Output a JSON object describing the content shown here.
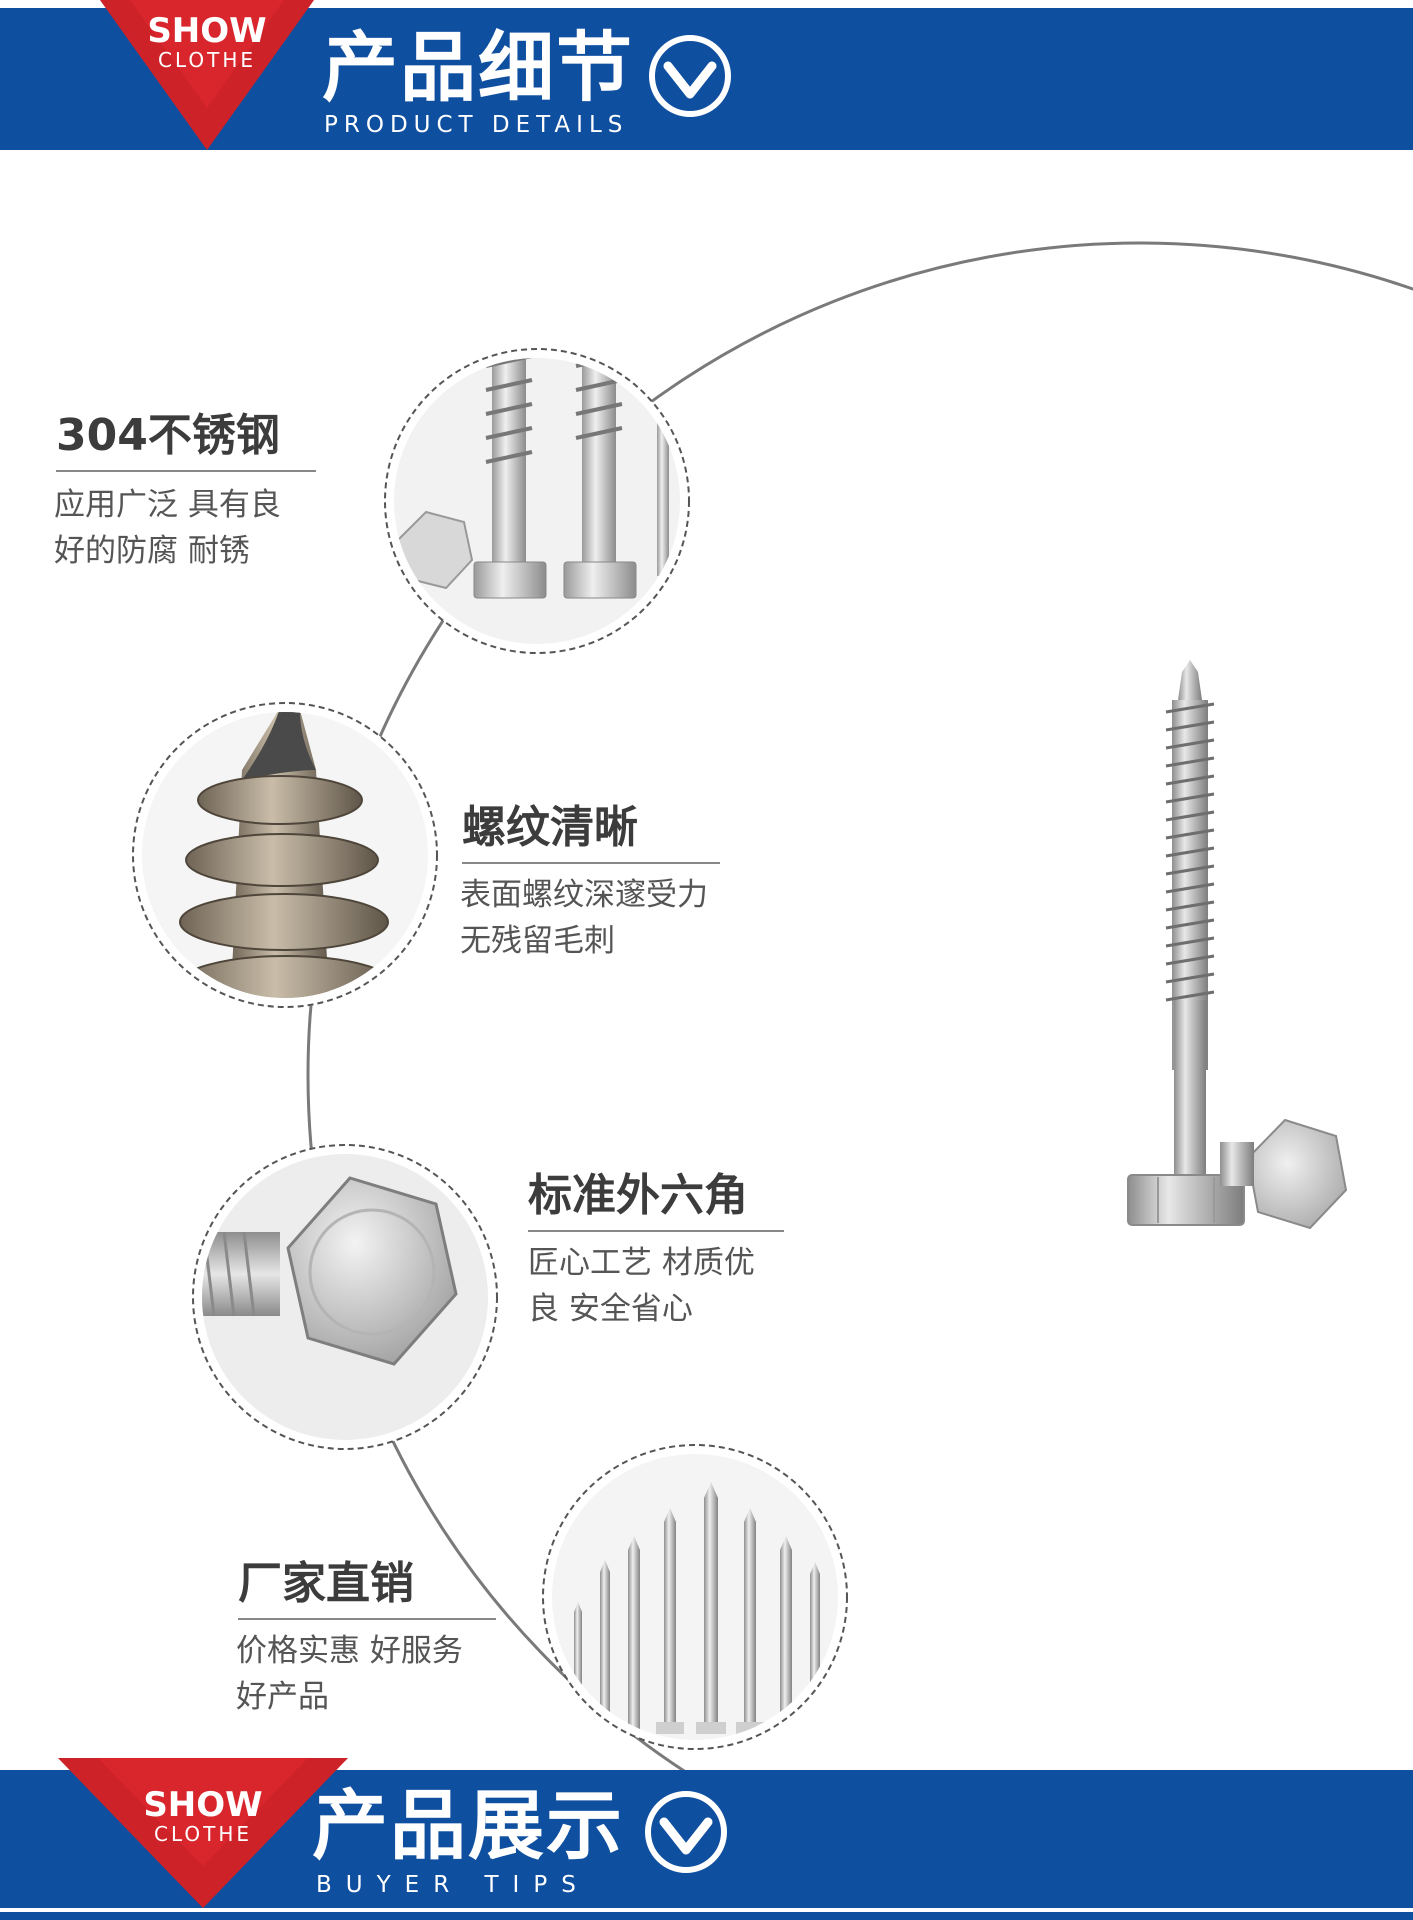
{
  "header": {
    "badge_show": "SHOW",
    "badge_clothe": "CLOTHE",
    "title": "产品细节",
    "subtitle": "PRODUCT DETAILS"
  },
  "features": [
    {
      "title": "304不锈钢",
      "desc_line1": "应用广泛 具有良",
      "desc_line2": "好的防腐 耐锈"
    },
    {
      "title": "螺纹清晰",
      "desc_line1": "表面螺纹深邃受力",
      "desc_line2": "无残留毛刺"
    },
    {
      "title": "标准外六角",
      "desc_line1": "匠心工艺 材质优",
      "desc_line2": "良 安全省心"
    },
    {
      "title": "厂家直销",
      "desc_line1": "价格实惠 好服务",
      "desc_line2": "好产品"
    }
  ],
  "footer": {
    "badge_show": "SHOW",
    "badge_clothe": "CLOTHE",
    "title": "产品展示",
    "subtitle": "BUYER TIPS"
  },
  "colors": {
    "banner_blue": "#0f4fa0",
    "badge_red": "#d9262c",
    "ring_grey": "#7a7a7a"
  },
  "icons": {
    "header_chevron": "chevron-down-circle-icon",
    "footer_chevron": "chevron-down-circle-icon"
  }
}
